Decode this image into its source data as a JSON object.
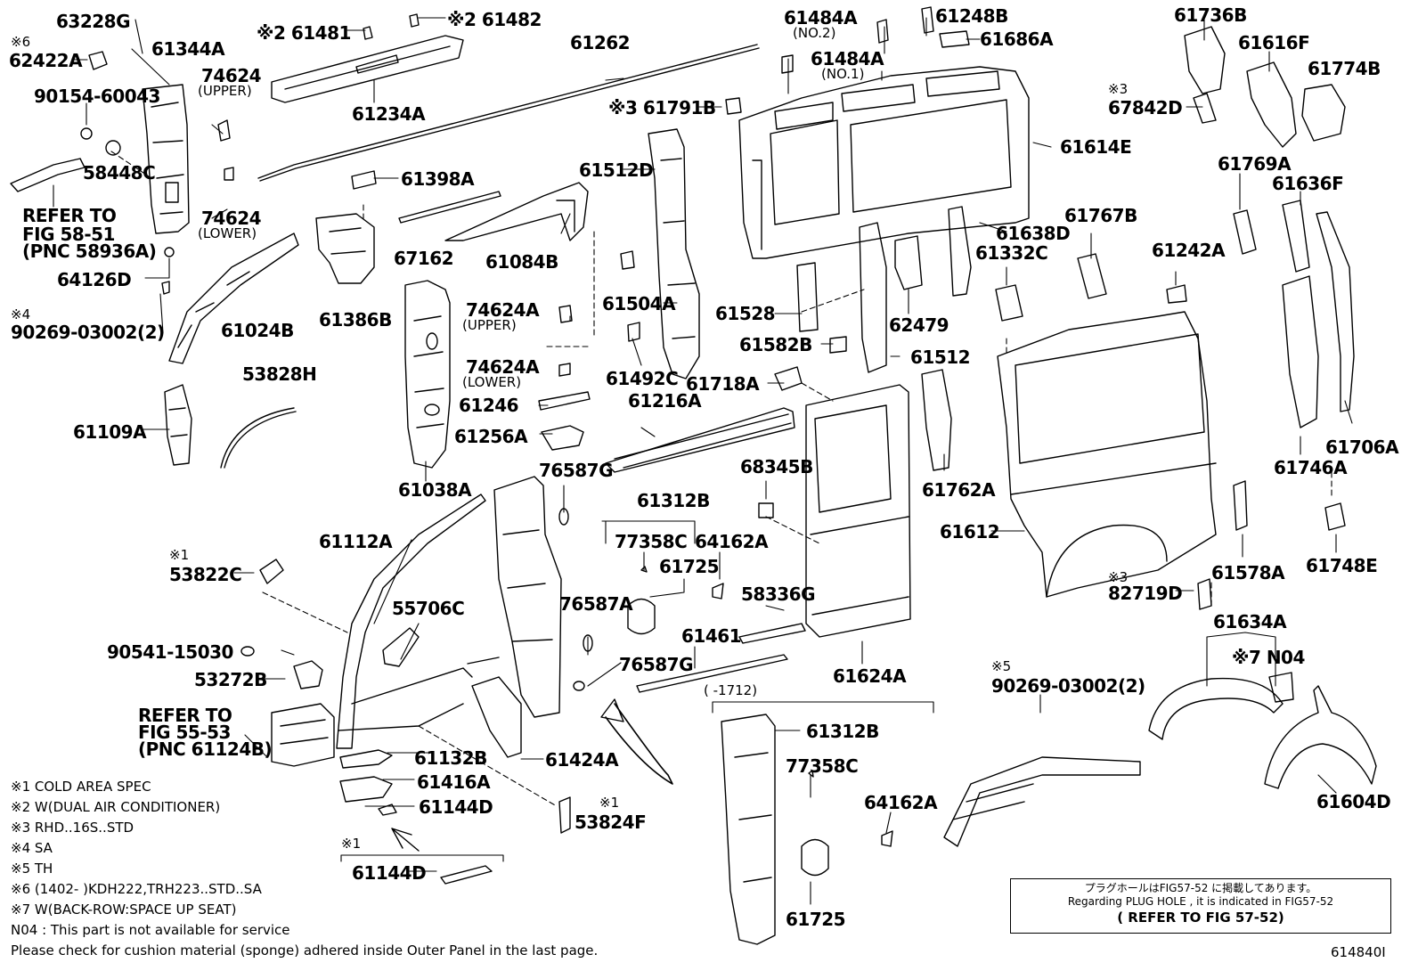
{
  "diagram_id": "614840I",
  "labels": [
    {
      "id": "l1",
      "text": "63228G"
    },
    {
      "id": "l2",
      "text": "※6"
    },
    {
      "id": "l3",
      "text": "62422A"
    },
    {
      "id": "l4",
      "text": "61344A"
    },
    {
      "id": "l5",
      "text": "90154-60043"
    },
    {
      "id": "l6",
      "text": "74624"
    },
    {
      "id": "l7",
      "text": "58448C"
    },
    {
      "id": "l8",
      "text": "74624"
    },
    {
      "id": "l9",
      "text": "REFER TO"
    },
    {
      "id": "l10",
      "text": "FIG 58-51"
    },
    {
      "id": "l11",
      "text": "(PNC 58936A)"
    },
    {
      "id": "l12",
      "text": "64126D"
    },
    {
      "id": "l13",
      "text": "※4"
    },
    {
      "id": "l14",
      "text": "90269-03002(2)"
    },
    {
      "id": "l15",
      "text": "61024B"
    },
    {
      "id": "l16",
      "text": "61109A"
    },
    {
      "id": "l17",
      "text": "53828H"
    },
    {
      "id": "l18",
      "text": "※2 61481"
    },
    {
      "id": "l19",
      "text": "※2 61482"
    },
    {
      "id": "l20",
      "text": "61234A"
    },
    {
      "id": "l21",
      "text": "61262"
    },
    {
      "id": "l22",
      "text": "61398A"
    },
    {
      "id": "l23",
      "text": "61386B"
    },
    {
      "id": "l24",
      "text": "67162"
    },
    {
      "id": "l25",
      "text": "61084B"
    },
    {
      "id": "l26",
      "text": "61038A"
    },
    {
      "id": "l27",
      "text": "61512D"
    },
    {
      "id": "l28",
      "text": "74624A"
    },
    {
      "id": "l29",
      "text": "61504A"
    },
    {
      "id": "l30",
      "text": "74624A"
    },
    {
      "id": "l31",
      "text": "61492C"
    },
    {
      "id": "l32",
      "text": "61246"
    },
    {
      "id": "l33",
      "text": "61256A"
    },
    {
      "id": "l34",
      "text": "61216A"
    },
    {
      "id": "l35",
      "text": "76587G"
    },
    {
      "id": "l36",
      "text": "61312B"
    },
    {
      "id": "l37",
      "text": "77358C"
    },
    {
      "id": "l38",
      "text": "64162A"
    },
    {
      "id": "l39",
      "text": "61725"
    },
    {
      "id": "l40",
      "text": "76587A"
    },
    {
      "id": "l41",
      "text": "61461"
    },
    {
      "id": "l42",
      "text": "76587G"
    },
    {
      "id": "l43",
      "text": "61112A"
    },
    {
      "id": "l44",
      "text": "※1"
    },
    {
      "id": "l45",
      "text": "53822C"
    },
    {
      "id": "l46",
      "text": "55706C"
    },
    {
      "id": "l47",
      "text": "90541-15030"
    },
    {
      "id": "l48",
      "text": "53272B"
    },
    {
      "id": "l49",
      "text": "REFER TO"
    },
    {
      "id": "l50",
      "text": "FIG 55-53"
    },
    {
      "id": "l51",
      "text": "(PNC 61124B)"
    },
    {
      "id": "l52",
      "text": "61132B"
    },
    {
      "id": "l53",
      "text": "61416A"
    },
    {
      "id": "l54",
      "text": "61144D"
    },
    {
      "id": "l55",
      "text": "※1"
    },
    {
      "id": "l56",
      "text": "53824F"
    },
    {
      "id": "l57",
      "text": "61424A"
    },
    {
      "id": "l58",
      "text": "※1"
    },
    {
      "id": "l59",
      "text": "61144D"
    },
    {
      "id": "l60",
      "text": "61484A"
    },
    {
      "id": "l61",
      "text": "61248B"
    },
    {
      "id": "l62",
      "text": "61686A"
    },
    {
      "id": "l63",
      "text": "61484A"
    },
    {
      "id": "l64",
      "text": "※3 61791B"
    },
    {
      "id": "l65",
      "text": "61614E"
    },
    {
      "id": "l66",
      "text": "61638D"
    },
    {
      "id": "l67",
      "text": "61332C"
    },
    {
      "id": "l68",
      "text": "61767B"
    },
    {
      "id": "l69",
      "text": "61242A"
    },
    {
      "id": "l70",
      "text": "61528"
    },
    {
      "id": "l71",
      "text": "62479"
    },
    {
      "id": "l72",
      "text": "61582B"
    },
    {
      "id": "l73",
      "text": "61512"
    },
    {
      "id": "l74",
      "text": "61718A"
    },
    {
      "id": "l75",
      "text": "61762A"
    },
    {
      "id": "l76",
      "text": "68345B"
    },
    {
      "id": "l77",
      "text": "61612"
    },
    {
      "id": "l78",
      "text": "58336G"
    },
    {
      "id": "l79",
      "text": "61624A"
    },
    {
      "id": "l80",
      "text": "61736B"
    },
    {
      "id": "l81",
      "text": "61616F"
    },
    {
      "id": "l82",
      "text": "61774B"
    },
    {
      "id": "l83",
      "text": "※3"
    },
    {
      "id": "l84",
      "text": "67842D"
    },
    {
      "id": "l85",
      "text": "61769A"
    },
    {
      "id": "l86",
      "text": "61636F"
    },
    {
      "id": "l87",
      "text": "61706A"
    },
    {
      "id": "l88",
      "text": "61746A"
    },
    {
      "id": "l89",
      "text": "61578A"
    },
    {
      "id": "l90",
      "text": "61748E"
    },
    {
      "id": "l91",
      "text": "※3"
    },
    {
      "id": "l92",
      "text": "82719D"
    },
    {
      "id": "l93",
      "text": "61634A"
    },
    {
      "id": "l94",
      "text": "※7 N04"
    },
    {
      "id": "l95",
      "text": "※5"
    },
    {
      "id": "l96",
      "text": "90269-03002(2)"
    },
    {
      "id": "l97",
      "text": "61604D"
    },
    {
      "id": "l98",
      "text": "(     -1712)"
    },
    {
      "id": "l99",
      "text": "61312B"
    },
    {
      "id": "l100",
      "text": "77358C"
    },
    {
      "id": "l101",
      "text": "64162A"
    },
    {
      "id": "l102",
      "text": "61725"
    }
  ],
  "sublabels": [
    {
      "id": "s1",
      "text": "(UPPER)"
    },
    {
      "id": "s2",
      "text": "(LOWER)"
    },
    {
      "id": "s3",
      "text": "(UPPER)"
    },
    {
      "id": "s4",
      "text": "(LOWER)"
    },
    {
      "id": "s5",
      "text": "(NO.2)"
    },
    {
      "id": "s6",
      "text": "(NO.1)"
    }
  ],
  "notes": [
    "※1 COLD AREA SPEC",
    "※2 W(DUAL AIR CONDITIONER)",
    "※3 RHD..16S..STD",
    "※4 SA",
    "※5 TH",
    "※6 (1402-        )KDH222,TRH223..STD..SA",
    "※7 W(BACK-ROW:SPACE UP SEAT)",
    "N04 : This part is not available for service",
    "Please check for cushion material (sponge) adhered inside Outer Panel in the last page."
  ],
  "refbox": {
    "jp": "プラグホールはFIG57-52 に掲載してあります。",
    "en": "Regarding  PLUG HOLE , it is indicated in FIG57-52",
    "ref": "( REFER TO FIG 57-52)"
  }
}
